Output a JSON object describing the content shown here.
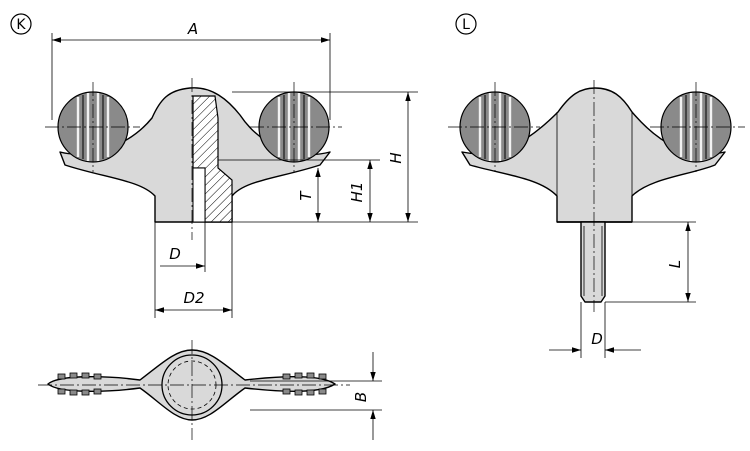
{
  "views": {
    "k_label": "K",
    "l_label": "L"
  },
  "dimensions": {
    "A": "A",
    "H": "H",
    "H1": "H1",
    "T": "T",
    "D_left": "D",
    "D2": "D2",
    "L": "L",
    "D_right": "D",
    "B": "B"
  }
}
